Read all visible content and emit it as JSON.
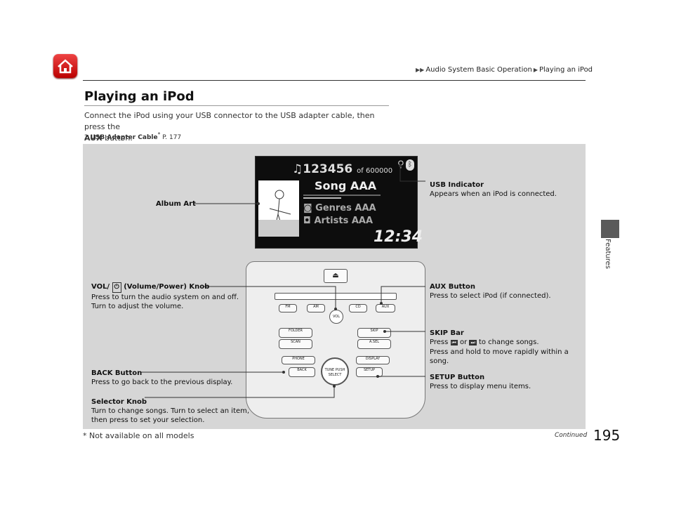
{
  "breadcrumb": {
    "part1": "Audio System Basic Operation",
    "part2": "Playing an iPod"
  },
  "title": "Playing an iPod",
  "intro": {
    "text_before": "Connect the iPod using your USB connector to the USB adapter cable, then press the",
    "bold": "AUX",
    "text_after": "button."
  },
  "xref": {
    "label": "USB Adapter Cable",
    "star": "*",
    "page": "P. 177"
  },
  "display": {
    "track": "123456",
    "of_total": "of 600000",
    "song": "Song AAA",
    "genre": "Genres AAA",
    "artist": "Artists AAA",
    "clock": "12:34"
  },
  "labels": {
    "album_art": "Album Art",
    "usb_head": "USB Indicator",
    "usb_desc": "Appears when an iPod is connected.",
    "vol_head_a": "VOL/",
    "vol_head_b": "(Volume/Power) Knob",
    "vol_desc1": "Press to turn the audio system on and off.",
    "vol_desc2": "Turn to adjust the volume.",
    "aux_head": "AUX Button",
    "aux_desc": "Press to select iPod (if connected).",
    "skip_head": "SKIP Bar",
    "skip_desc1a": "Press",
    "skip_desc1b": "or",
    "skip_desc1c": "to change songs.",
    "skip_desc2": "Press and hold to move rapidly within a",
    "skip_desc3": "song.",
    "back_head": "BACK Button",
    "back_desc": "Press to go back to the previous display.",
    "setup_head": "SETUP Button",
    "setup_desc": "Press to display menu items.",
    "sel_head": "Selector Knob",
    "sel_desc1": "Turn to change songs. Turn to select an item,",
    "sel_desc2": "then press to set your selection."
  },
  "panel": {
    "fm": "FM",
    "am": "AM",
    "cd": "CD",
    "aux": "AUX",
    "folder": "FOLDER",
    "skip": "SKIP",
    "scan": "SCAN",
    "asel": "A.SEL",
    "phone": "PHONE",
    "display": "DISPLAY",
    "back": "BACK",
    "setup": "SETUP",
    "knob": "TUNE PUSH SELECT",
    "vol": "VOL"
  },
  "side_tab": "Features",
  "page_number": "195",
  "continued": "Continued",
  "footnote": "* Not available on all models"
}
